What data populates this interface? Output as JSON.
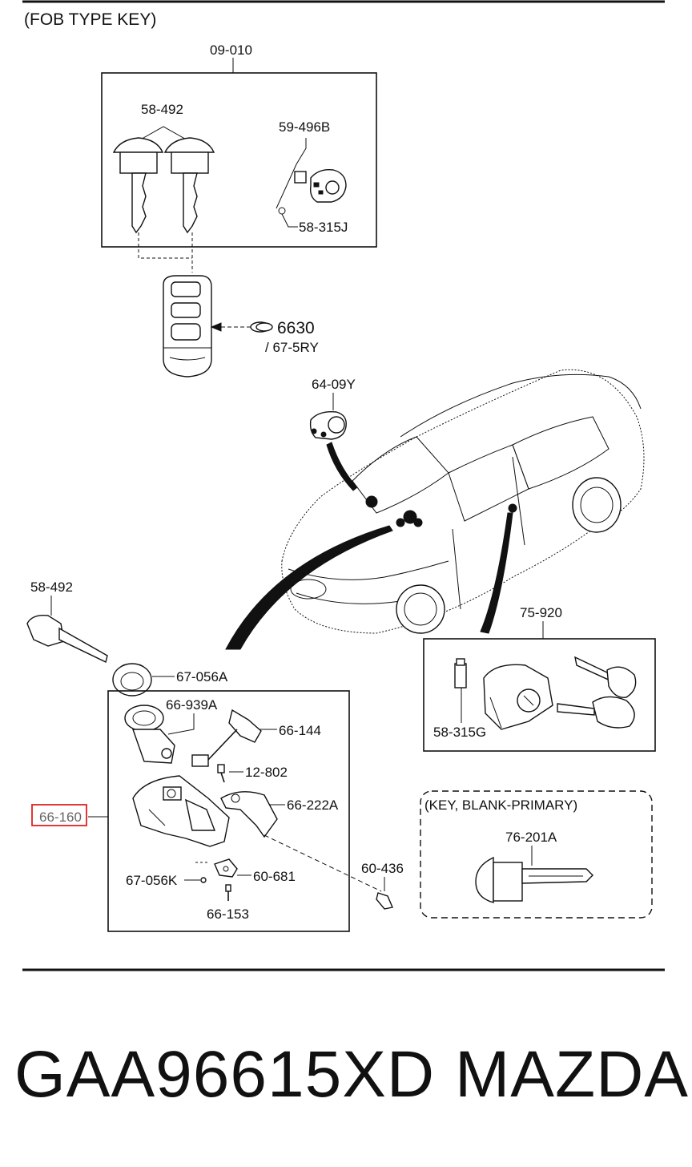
{
  "header": {
    "fob_type_key": "(FOB TYPE KEY)"
  },
  "parts": {
    "p09_010": "09-010",
    "p58_492_top": "58-492",
    "p59_496b": "59-496B",
    "p58_315j": "58-315J",
    "p6630": "6630",
    "p67_5ry": "/ 67-5RY",
    "p64_09y": "64-09Y",
    "p58_492_left": "58-492",
    "p75_920": "75-920",
    "p58_315g": "58-315G",
    "p67_056a": "67-056A",
    "p66_939a": "66-939A",
    "p66_144": "66-144",
    "p12_802": "12-802",
    "p66_222a": "66-222A",
    "p66_160": "66-160",
    "p67_056k": "67-056K",
    "p60_681": "60-681",
    "p66_153": "66-153",
    "p60_436": "60-436",
    "key_blank_primary": "(KEY, BLANK-PRIMARY)",
    "p76_201a": "76-201A"
  },
  "highlight": {
    "part": "66-160",
    "color": "#e02020"
  },
  "footer": {
    "part_number": "GAA96615XD",
    "brand": "MAZDA"
  }
}
